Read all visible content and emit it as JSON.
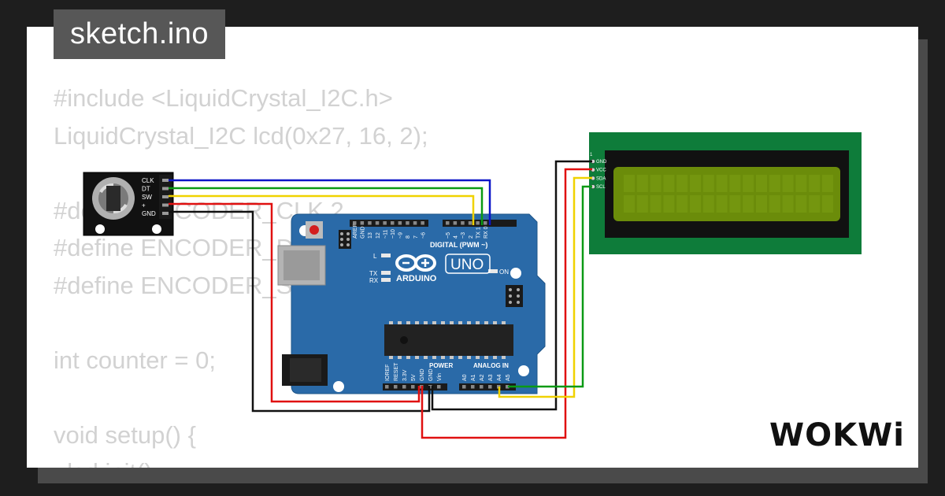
{
  "file_tab": {
    "label": "sketch.ino"
  },
  "code_lines": [
    "#include <LiquidCrystal_I2C.h>",
    "LiquidCrystal_I2C lcd(0x27, 16, 2);",
    "",
    "#define ENCODER_CLK 2",
    "#define ENCODER_DT 3",
    "#define ENCODER_SW 4",
    "",
    "int counter = 0;",
    "",
    "void setup() {",
    "  lcd.init();"
  ],
  "encoder": {
    "pins": [
      "CLK",
      "DT",
      "SW",
      "+",
      "GND"
    ]
  },
  "arduino": {
    "brand": "ARDUINO",
    "model": "UNO",
    "digital_label": "DIGITAL (PWM ~)",
    "power_label": "POWER",
    "analog_label": "ANALOG IN",
    "on_label": "ON",
    "l_label": "L",
    "tx_label": "TX",
    "rx_label": "RX",
    "digital_pins": [
      "AREF",
      "GND",
      "13",
      "12",
      "~11",
      "~10",
      "~9",
      "8",
      "7",
      "~6",
      "~5",
      "4",
      "~3",
      "2",
      "TX 1",
      "RX 0"
    ],
    "power_pins": [
      "IOREF",
      "RESET",
      "3.3V",
      "5V",
      "GND",
      "GND",
      "Vin"
    ],
    "analog_pins": [
      "A0",
      "A1",
      "A2",
      "A3",
      "A4",
      "A5"
    ]
  },
  "lcd": {
    "pins": [
      "GND",
      "VCC",
      "SDA",
      "SCL"
    ],
    "pin1_label": "1"
  },
  "brand": {
    "logo_text": "WOKWi"
  },
  "colors": {
    "wire_blue": "#0a14c8",
    "wire_green": "#0a9a14",
    "wire_yellow": "#f0d200",
    "wire_red": "#e01010",
    "wire_black": "#111111",
    "board": "#2a6aa8",
    "lcd_pcb": "#0e7c3a",
    "lcd_screen": "#6b8c0a"
  }
}
